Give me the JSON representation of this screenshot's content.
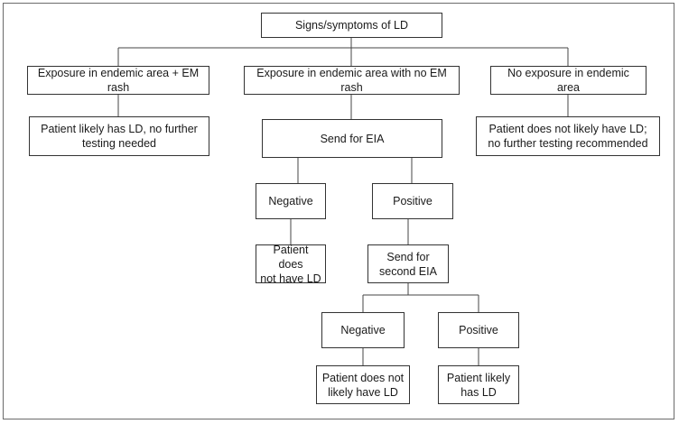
{
  "nodes": {
    "root": "Signs/symptoms of LD",
    "exposure_em_rash": "Exposure in endemic area + EM rash",
    "exposure_no_em_rash": "Exposure in endemic area with no EM rash",
    "no_exposure": "No exposure in endemic area",
    "likely_ld": "Patient likely has LD, no further\ntesting needed",
    "send_eia": "Send for EIA",
    "not_likely_ld": "Patient does not likely have LD;\nno further testing recommended",
    "eia_negative": "Negative",
    "eia_positive": "Positive",
    "does_not_have_ld": "Patient does\nnot have LD",
    "send_second_eia": "Send for\nsecond EIA",
    "second_negative": "Negative",
    "second_positive": "Positive",
    "second_not_likely_ld": "Patient does not\nlikely have LD",
    "second_likely_ld": "Patient likely\nhas LD"
  },
  "edges": [
    [
      "root",
      "exposure_em_rash"
    ],
    [
      "root",
      "exposure_no_em_rash"
    ],
    [
      "root",
      "no_exposure"
    ],
    [
      "exposure_em_rash",
      "likely_ld"
    ],
    [
      "exposure_no_em_rash",
      "send_eia"
    ],
    [
      "no_exposure",
      "not_likely_ld"
    ],
    [
      "send_eia",
      "eia_negative"
    ],
    [
      "send_eia",
      "eia_positive"
    ],
    [
      "eia_negative",
      "does_not_have_ld"
    ],
    [
      "eia_positive",
      "send_second_eia"
    ],
    [
      "send_second_eia",
      "second_negative"
    ],
    [
      "send_second_eia",
      "second_positive"
    ],
    [
      "second_negative",
      "second_not_likely_ld"
    ],
    [
      "second_positive",
      "second_likely_ld"
    ]
  ]
}
